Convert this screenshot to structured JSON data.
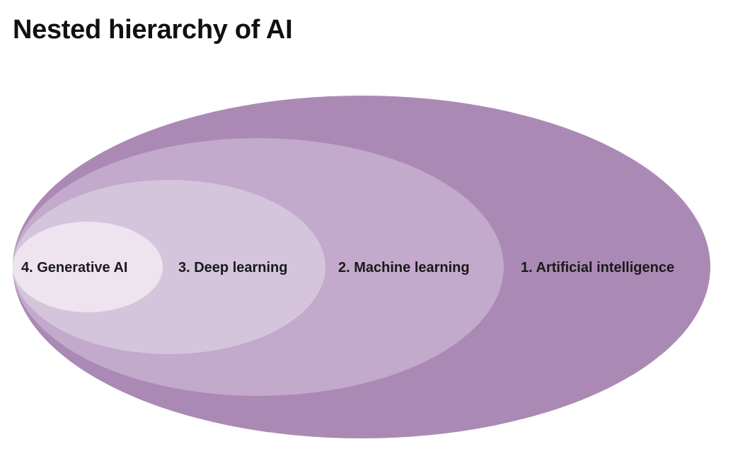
{
  "title": "Nested hierarchy of AI",
  "diagram": {
    "type": "nested-ellipses",
    "levels": [
      {
        "label": "1. Artificial intelligence",
        "color": "#ab89b5"
      },
      {
        "label": "2. Machine learning",
        "color": "#c3a9cb"
      },
      {
        "label": "3. Deep learning",
        "color": "#d4c4dc"
      },
      {
        "label": "4. Generative AI",
        "color": "#ede4ef"
      }
    ]
  }
}
